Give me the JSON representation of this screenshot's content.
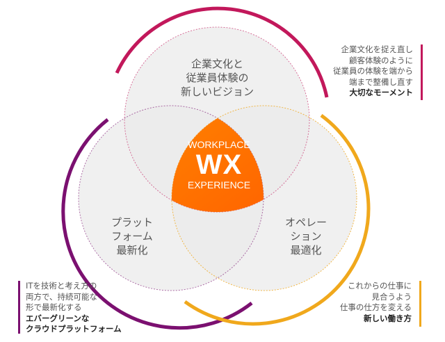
{
  "colors": {
    "magenta": "#c2185b",
    "purple": "#7b1070",
    "orange": "#f0a81c",
    "core_start": "#ff9a00",
    "core_end": "#ff4a00"
  },
  "center": {
    "top": "WORKPLACE",
    "main": "WX",
    "bottom": "EXPERIENCE"
  },
  "circles": {
    "top": [
      "企業文化と",
      "従業員体験の",
      "新しいビジョン"
    ],
    "left": [
      "プラット",
      "フォーム",
      "最新化"
    ],
    "right": [
      "オペレー",
      "ション",
      "最適化"
    ]
  },
  "notes": {
    "top_right": {
      "lines": [
        "企業文化を捉え直し",
        "顧客体験のように",
        "従業員の体験を端から",
        "端まで整備し直す"
      ],
      "bold": [
        "大切なモーメント"
      ]
    },
    "bottom_left": {
      "lines": [
        "ITを技術と考え方の",
        "両方で、持続可能な",
        "形で最新化する"
      ],
      "bold": [
        "エバーグリーンな",
        "クラウドプラットフォーム"
      ]
    },
    "bottom_right": {
      "lines": [
        "これからの仕事に",
        "見合うよう",
        "仕事の仕方を変える"
      ],
      "bold": [
        "新しい働き方"
      ]
    }
  }
}
